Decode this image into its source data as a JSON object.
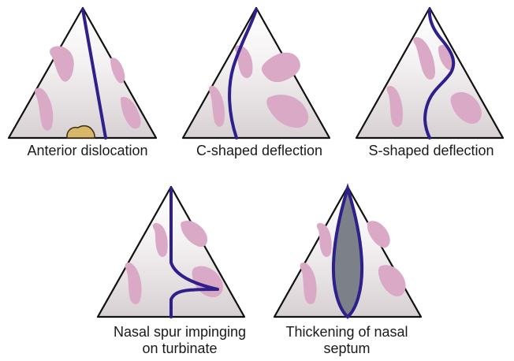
{
  "figure": {
    "colors": {
      "outline": "#111111",
      "triangle_top": "#ffffff",
      "triangle_bottom": "#d7d0d3",
      "turbinate": "#d9a9c5",
      "septum_line": "#2e1f8a",
      "dislocated_cartilage": "#d9b769",
      "thickened_septum_fill": "#7b8089"
    },
    "panels": [
      {
        "id": "anterior-dislocation",
        "caption_lines": [
          "Anterior dislocation"
        ],
        "icon": "dislocated-cartilage-blob"
      },
      {
        "id": "c-shaped-deflection",
        "caption_lines": [
          "C-shaped deflection"
        ],
        "icon": "c-curve-septum"
      },
      {
        "id": "s-shaped-deflection",
        "caption_lines": [
          "S-shaped deflection"
        ],
        "icon": "s-curve-septum"
      },
      {
        "id": "nasal-spur",
        "caption_lines": [
          "Nasal spur impinging",
          "on turbinate"
        ],
        "icon": "septal-spur"
      },
      {
        "id": "thickening",
        "caption_lines": [
          "Thickening of nasal",
          "septum"
        ],
        "icon": "thickened-septum"
      }
    ]
  }
}
